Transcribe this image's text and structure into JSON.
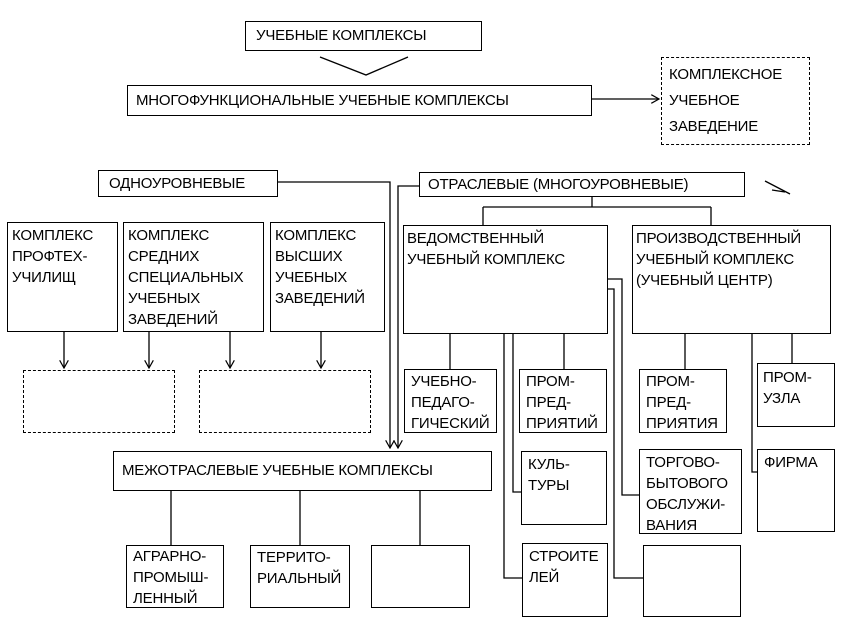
{
  "title": "УЧЕБНЫЕ КОМПЛЕКСЫ",
  "multifunctional": "МНОГОФУНКЦИОНАЛЬНЫЕ УЧЕБНЫЕ КОМПЛЕКСЫ",
  "complex_institution": "КОМПЛЕКСНОЕ\nУЧЕБНОЕ\nЗАВЕДЕНИЕ",
  "single_level": "ОДНОУРОВНЕВЫЕ",
  "sectoral": "ОТРАСЛЕВЫЕ (МНОГОУРОВНЕВЫЕ)",
  "single_level_items": [
    "КОМПЛЕКС\nПРОФТЕХ-\nУЧИЛИЩ",
    "КОМПЛЕКС\nСРЕДНИХ\nСПЕЦИАЛЬНЫХ\nУЧЕБНЫХ\nЗАВЕДЕНИЙ",
    "КОМПЛЕКС\nВЫСШИХ\nУЧЕБНЫХ\nЗАВЕДЕНИЙ"
  ],
  "departmental": "ВЕДОМСТВЕННЫЙ\nУЧЕБНЫЙ КОМПЛЕКС",
  "production": "ПРОИЗВОДСТВЕННЫЙ\nУЧЕБНЫЙ КОМПЛЕКС\n(УЧЕБНЫЙ ЦЕНТР)",
  "departmental_items": [
    "УЧЕБНО-\nПЕДАГО-\nГИЧЕСКИЙ",
    "ПРОМ-\nПРЕД-\nПРИЯТИЙ",
    "КУЛЬ-\nТУРЫ",
    "СТРОИТЕ\nЛЕЙ",
    "ТОРГОВО-\nБЫТОВОГО\nОБСЛУЖИ-\nВАНИЯ"
  ],
  "production_items": [
    "ПРОМ-\nПРЕД-\nПРИЯТИЯ",
    "ПРОМ-\nУЗЛА",
    "ФИРМА"
  ],
  "intersectoral": "МЕЖОТРАСЛЕВЫЕ УЧЕБНЫЕ КОМПЛЕКСЫ",
  "intersectoral_items": [
    "АГРАРНО-\nПРОМЫШ-\nЛЕННЫЙ",
    "ТЕРРИТО-\nРИАЛЬНЫЙ"
  ]
}
